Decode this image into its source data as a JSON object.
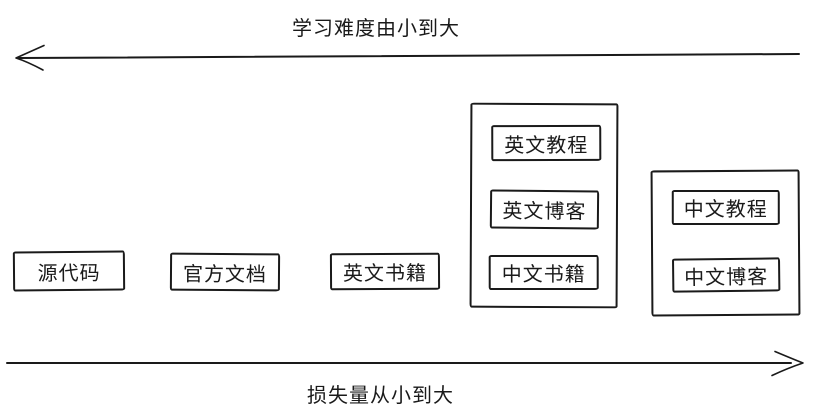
{
  "diagram": {
    "top_axis": {
      "label": "学习难度由小到大",
      "arrow_direction": "left"
    },
    "bottom_axis": {
      "label": "损失量从小到大",
      "arrow_direction": "right"
    },
    "standalone_boxes": [
      {
        "label": "源代码"
      },
      {
        "label": "官方文档"
      },
      {
        "label": "英文书籍"
      }
    ],
    "groups": [
      {
        "items": [
          {
            "label": "英文教程"
          },
          {
            "label": "英文博客"
          },
          {
            "label": "中文书籍"
          }
        ]
      },
      {
        "items": [
          {
            "label": "中文教程"
          },
          {
            "label": "中文博客"
          }
        ]
      }
    ],
    "colors": {
      "stroke": "#1a1a1a",
      "background": "#ffffff"
    }
  }
}
